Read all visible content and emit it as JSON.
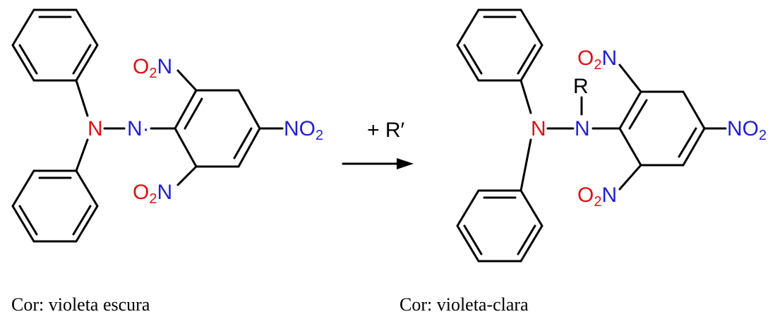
{
  "left_molecule": {
    "amine_n": "N",
    "radical_n": "N·",
    "nitro_top": {
      "o": "O",
      "sub": "2",
      "n": "N"
    },
    "nitro_bottom": {
      "o": "O",
      "sub": "2",
      "n": "N"
    },
    "nitro_right": {
      "n": "NO",
      "sub": "2"
    },
    "color_caption": "Cor: violeta escura"
  },
  "reaction": {
    "reagent": "+ R′"
  },
  "right_molecule": {
    "amine_n": "N",
    "hydrazyl_n": "N",
    "substituent": "R",
    "nitro_top": {
      "o": "O",
      "sub": "2",
      "n": "N"
    },
    "nitro_bottom": {
      "o": "O",
      "sub": "2",
      "n": "N"
    },
    "nitro_right": {
      "n": "NO",
      "sub": "2"
    },
    "color_caption": "Cor: violeta-clara"
  },
  "colors": {
    "nitrogen_blue": "#1f1fd6",
    "oxygen_red": "#e01010",
    "bond": "#000000"
  }
}
